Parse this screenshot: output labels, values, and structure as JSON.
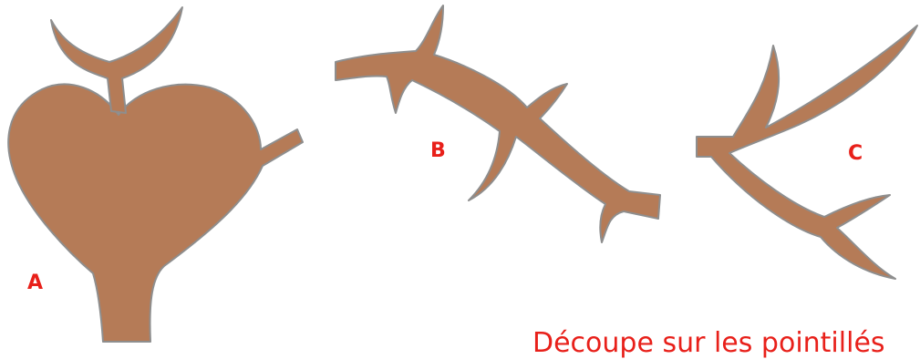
{
  "labels": {
    "a": "A",
    "b": "B",
    "c": "C"
  },
  "caption": "Découpe sur les pointillés",
  "colors": {
    "fill": "#b57b57",
    "outline": "#8e8e8e",
    "label": "#e8201a"
  }
}
